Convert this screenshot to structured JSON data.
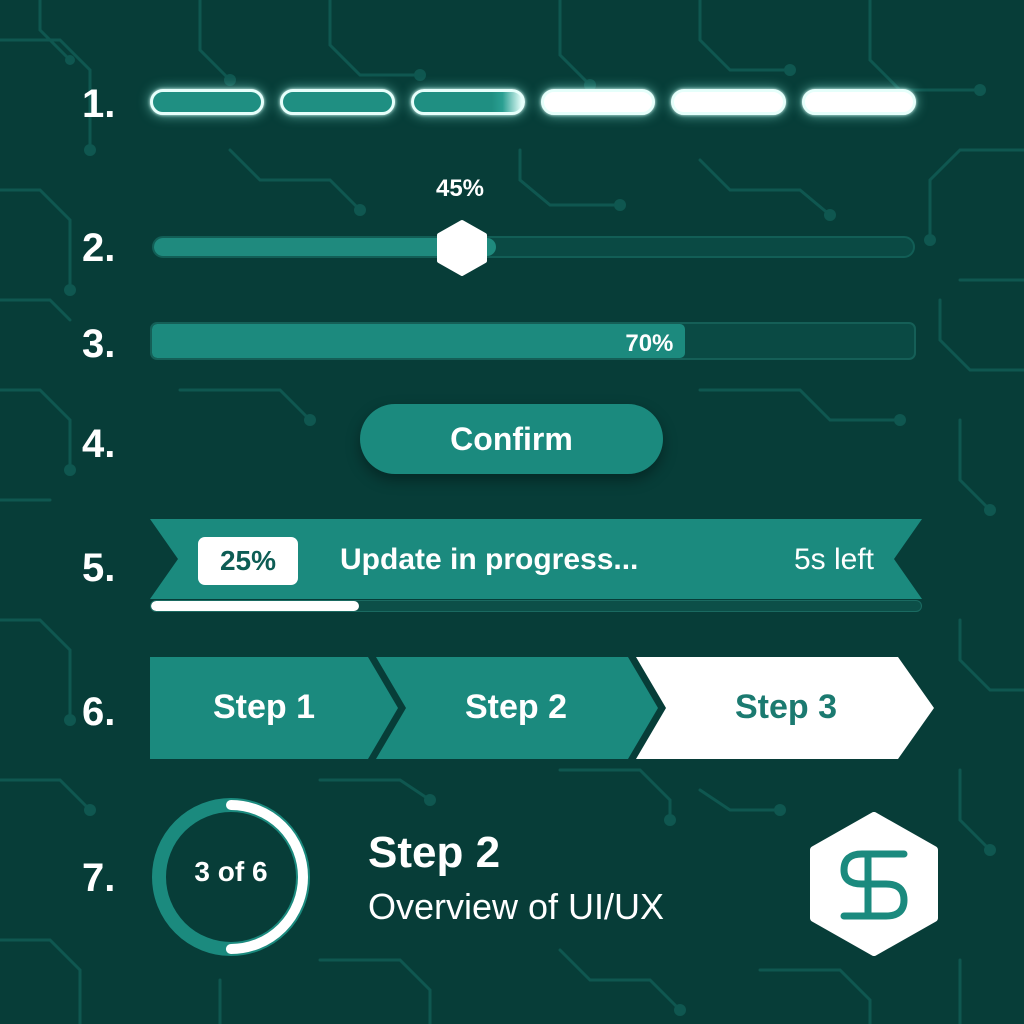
{
  "theme": {
    "background": "#073d38",
    "accent": "#1b8a7e",
    "track": "#0a4a44",
    "highlight": "#ffffff"
  },
  "rows": {
    "numbers": [
      "1.",
      "2.",
      "3.",
      "4.",
      "5.",
      "6.",
      "7."
    ]
  },
  "segmented_progress": {
    "total_segments": 6,
    "filled_segments": 2,
    "partial_segment_fill": 0.75
  },
  "slider": {
    "value_label": "45%",
    "value": 0.45
  },
  "progress_bar": {
    "label": "70%",
    "value": 0.7
  },
  "confirm": {
    "label": "Confirm"
  },
  "update": {
    "percent_label": "25%",
    "status": "Update in progress...",
    "eta": "5s left",
    "value": 0.27
  },
  "steps": {
    "items": [
      {
        "label": "Step 1",
        "state": "done"
      },
      {
        "label": "Step 2",
        "state": "done"
      },
      {
        "label": "Step 3",
        "state": "current"
      }
    ]
  },
  "stepper_card": {
    "ring_label": "3 of 6",
    "ring_value": 0.5,
    "title": "Step 2",
    "subtitle": "Overview of UI/UX",
    "logo_icon": "s-hexagon-logo-icon"
  }
}
